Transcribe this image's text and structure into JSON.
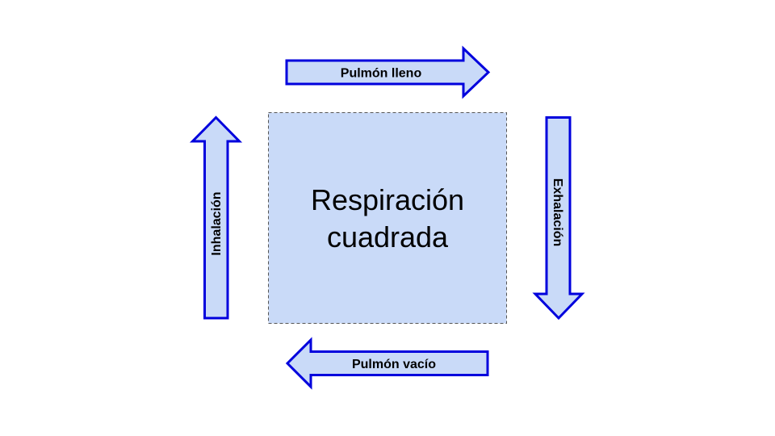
{
  "diagram": {
    "title": "Respiración cuadrada",
    "title_lines": [
      "Respiración",
      "cuadrada"
    ],
    "colors": {
      "arrow_fill": "#c9daf8",
      "arrow_stroke": "#0000dd",
      "box_fill": "#c9daf8",
      "box_border": "#555555"
    },
    "arrows": [
      {
        "id": "top",
        "direction": "right",
        "label": "Pulmón lleno"
      },
      {
        "id": "right",
        "direction": "down",
        "label": "Exhalación"
      },
      {
        "id": "bottom",
        "direction": "left",
        "label": "Pulmón vacío"
      },
      {
        "id": "left",
        "direction": "up",
        "label": "Inhalación"
      }
    ]
  }
}
